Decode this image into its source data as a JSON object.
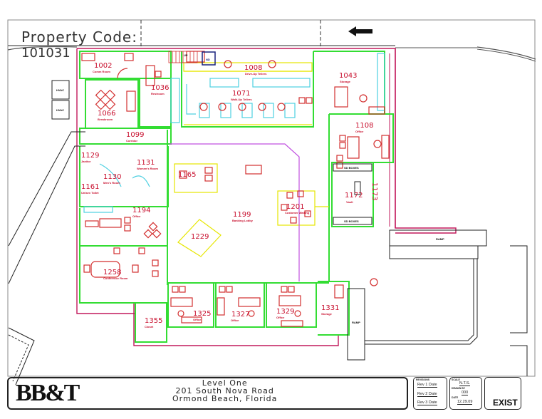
{
  "header": {
    "property_code_label": "Property Code:",
    "property_code": "101031",
    "north_arrow": "arrow-left-icon"
  },
  "colors": {
    "room_label": "#c8102e",
    "wall_green": "#33dd33",
    "wall_magenta": "#c2185b",
    "fixture_red": "#d32f2f",
    "cyan_counter": "#4dd0e1",
    "yellow_line": "#e6e600",
    "lobby_purple": "#c050e0",
    "outline_black": "#222222"
  },
  "rooms": [
    {
      "number": "1002",
      "name": "Comm Room"
    },
    {
      "number": "1008",
      "name": "Drive-Up Tellers"
    },
    {
      "number": "1036",
      "name": "Restroom"
    },
    {
      "number": "1043",
      "name": "Storage"
    },
    {
      "number": "1066",
      "name": "Breakroom"
    },
    {
      "number": "1071",
      "name": "Walk-Up Tellers"
    },
    {
      "number": "1099",
      "name": "Corridor"
    },
    {
      "number": "1108",
      "name": "Office"
    },
    {
      "number": "1129",
      "name": "Janitor"
    },
    {
      "number": "1130",
      "name": "Men's Room"
    },
    {
      "number": "1131",
      "name": "Women's Room"
    },
    {
      "number": "1161",
      "name": "Unisex Toilet"
    },
    {
      "number": "1165",
      "name": ""
    },
    {
      "number": "1172",
      "name": "Vault"
    },
    {
      "number": "1173",
      "name": ""
    },
    {
      "number": "1194",
      "name": "Office"
    },
    {
      "number": "1199",
      "name": "Banking Lobby"
    },
    {
      "number": "1201",
      "name": "Customer Waiting"
    },
    {
      "number": "1229",
      "name": ""
    },
    {
      "number": "1258",
      "name": "Conference Room"
    },
    {
      "number": "1325",
      "name": "Office"
    },
    {
      "number": "1327",
      "name": "Office"
    },
    {
      "number": "1329",
      "name": "Office"
    },
    {
      "number": "1331",
      "name": "Storage"
    },
    {
      "number": "1355",
      "name": "Closet"
    }
  ],
  "equipment": {
    "hvac_1": "HVAC",
    "hvac_2": "HVAC",
    "nd": "ND",
    "up": "UP",
    "sd_boxes_1": "SD BOXES",
    "sd_boxes_2": "SD BOXES",
    "ramp_1": "RAMP",
    "ramp_2": "RAMP"
  },
  "title_block": {
    "logo": "BB&T",
    "level": "Level One",
    "address_line1": "201 South Nova Road",
    "address_line2": "Ormond Beach, Florida",
    "revisions_label": "REVISIONS",
    "rev1": "Rev 1 Date",
    "rev2": "Rev 2 Date",
    "rev3": "Rev 3 Date",
    "scale_label": "SCALE",
    "scale": "N.T.S.",
    "drawn_label": "DRAWN BY",
    "drawn_by": "000",
    "date_label": "DATE",
    "date": "12.29.09",
    "status": "EXIST"
  }
}
